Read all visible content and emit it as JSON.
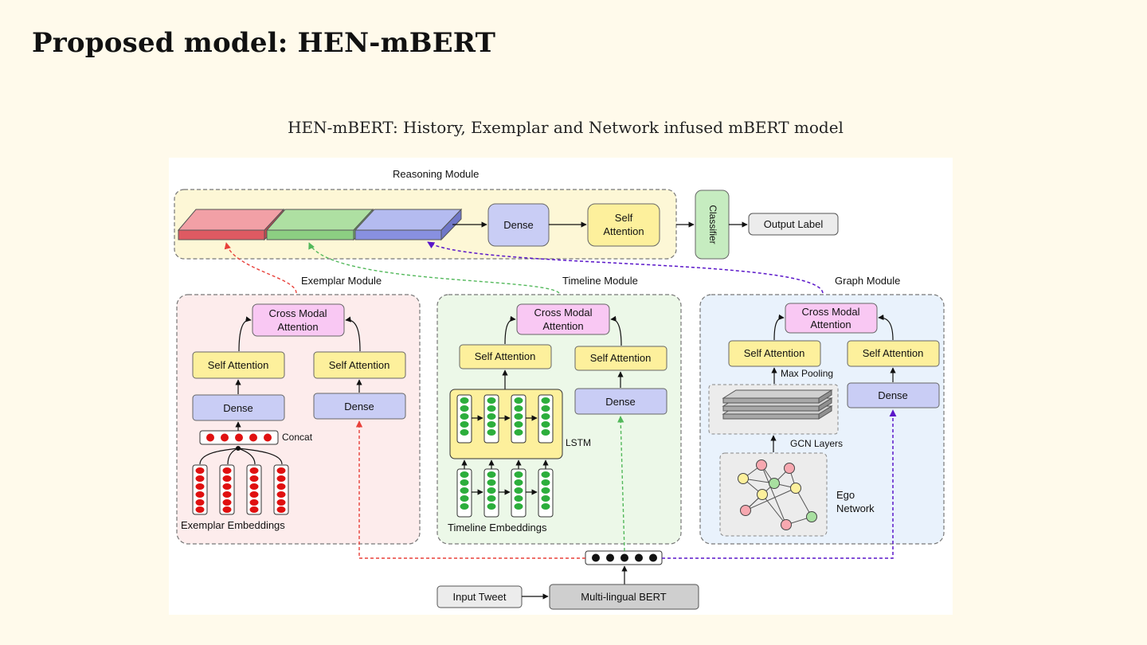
{
  "slide": {
    "title": "Proposed model: HEN-mBERT",
    "subtitle": "HEN-mBERT: History, Exemplar and Network infused mBERT model"
  },
  "diagram": {
    "reasoning": {
      "title": "Reasoning Module",
      "dense": "Dense",
      "self_attention": [
        "Self",
        "Attention"
      ],
      "classifier": "Classifier",
      "output": "Output Label"
    },
    "exemplar": {
      "title": "Exemplar  Module",
      "cross_modal": [
        "Cross Modal",
        "Attention"
      ],
      "self_attention_left": "Self Attention",
      "self_attention_right": "Self Attention",
      "dense_left": "Dense",
      "dense_right": "Dense",
      "concat": "Concat",
      "embeddings": "Exemplar Embeddings"
    },
    "timeline": {
      "title": "Timeline Module",
      "cross_modal": [
        "Cross Modal",
        "Attention"
      ],
      "self_attention_left": "Self Attention",
      "self_attention_right": "Self Attention",
      "dense": "Dense",
      "lstm": "LSTM",
      "embeddings": "Timeline Embeddings"
    },
    "graph": {
      "title": "Graph Module",
      "cross_modal": [
        "Cross Modal",
        "Attention"
      ],
      "self_attention_left": "Self Attention",
      "self_attention_right": "Self Attention",
      "max_pooling": "Max Pooling",
      "gcn": "GCN Layers",
      "dense": "Dense",
      "ego": [
        "Ego",
        "Network"
      ]
    },
    "input": {
      "tweet": "Input  Tweet",
      "bert": "Multi-lingual BERT"
    },
    "colors": {
      "reasoning_bg": "#fdf7d6",
      "exemplar_bg": "#fdecec",
      "timeline_bg": "#ecf8e8",
      "graph_bg": "#e9f2fc",
      "yellow_box": "#fdf09c",
      "blue_box": "#c9cdf5",
      "pink_box": "#f9c8f3",
      "green_box": "#c6ecc0",
      "red_node": "#e01010",
      "green_node": "#2cae3c",
      "red_arrow": "#e8403a",
      "green_arrow": "#52b85a",
      "purple_arrow": "#5a16c9"
    }
  }
}
